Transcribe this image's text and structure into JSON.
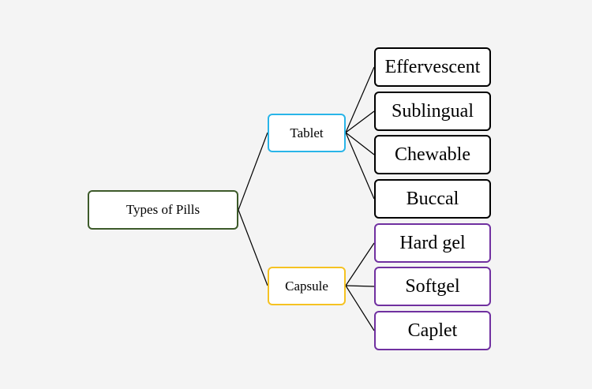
{
  "root": {
    "label": "Types of Pills",
    "color": "#3d5a2a"
  },
  "branches": [
    {
      "label": "Tablet",
      "color": "#29b5e8",
      "leaf_color": "#000000",
      "children": [
        "Effervescent",
        "Sublingual",
        "Chewable",
        "Buccal"
      ]
    },
    {
      "label": "Capsule",
      "color": "#f5c222",
      "leaf_color": "#7030a0",
      "children": [
        "Hard gel",
        "Softgel",
        "Caplet"
      ]
    }
  ],
  "background": "#f4f4f4"
}
